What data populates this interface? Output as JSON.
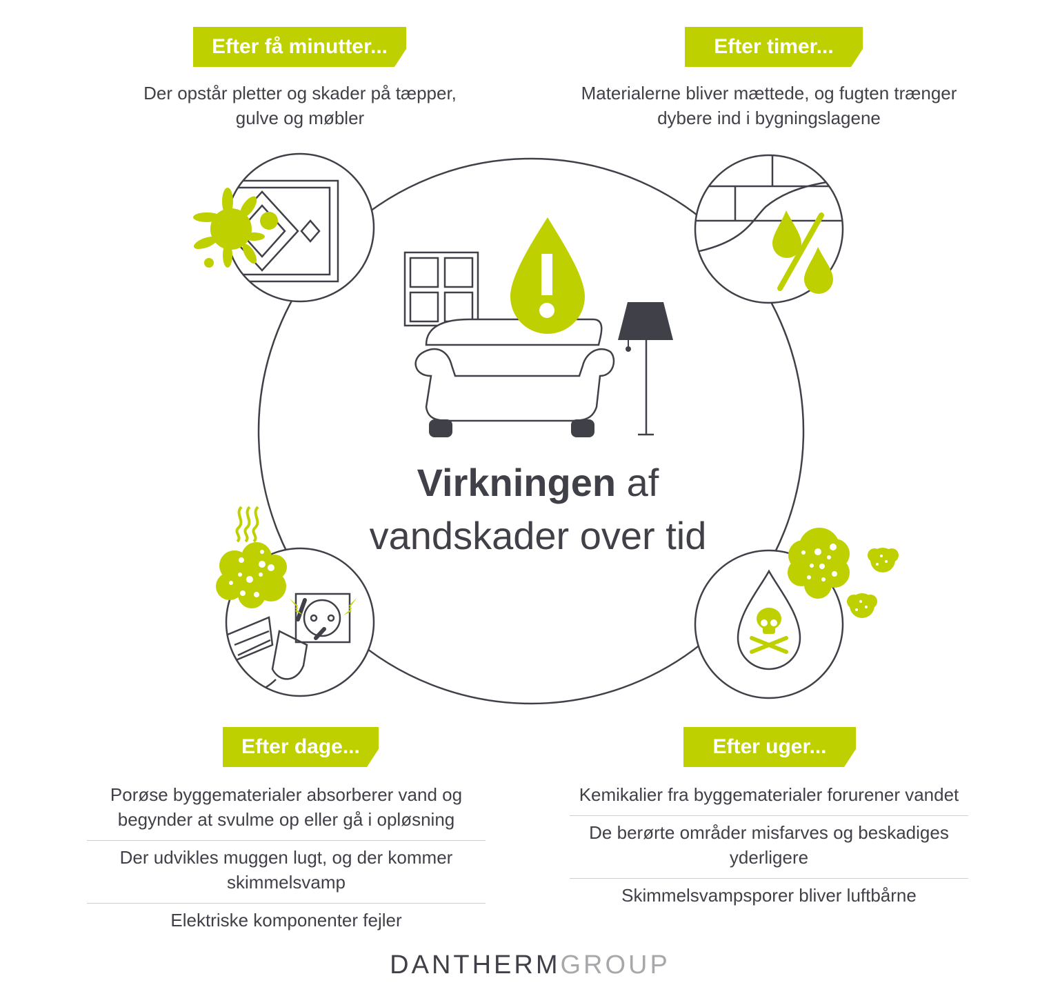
{
  "colors": {
    "accent": "#bfd000",
    "text": "#404048",
    "line": "#404048",
    "divider": "#cfcfcf",
    "logo_light": "#a8a8ac"
  },
  "title": {
    "bold": "Virkningen",
    "rest_line1": " af",
    "line2": "vandskader over tid"
  },
  "stages": [
    {
      "badge": "Efter få minutter...",
      "description_lines": [
        "Der opstår pletter og skader på tæpper,",
        "gulve og møbler"
      ],
      "icon": "carpet-splash-icon"
    },
    {
      "badge": "Efter timer...",
      "description_lines": [
        "Materialerne bliver mættede, og fugten trænger",
        "dybere ind i bygningslagene"
      ],
      "icon": "wall-humidity-icon"
    },
    {
      "badge": "Efter dage...",
      "items": [
        "Porøse byggematerialer absorberer vand og begynder at svulme op eller gå i opløsning",
        "Der udvikles muggen lugt, og der kommer skimmelsvamp",
        "Elektriske komponenter fejler"
      ],
      "icon": "electric-socket-mold-icon"
    },
    {
      "badge": "Efter uger...",
      "items": [
        "Kemikalier fra byggematerialer forurener vandet",
        "De berørte områder misfarves og beskadiges yderligere",
        "Skimmelsvampsporer bliver luftbårne"
      ],
      "icon": "poison-drop-spores-icon"
    }
  ],
  "center_icon": "living-room-water-alert-icon",
  "logo": {
    "part1": "DANTHERM",
    "part2": "GROUP"
  }
}
